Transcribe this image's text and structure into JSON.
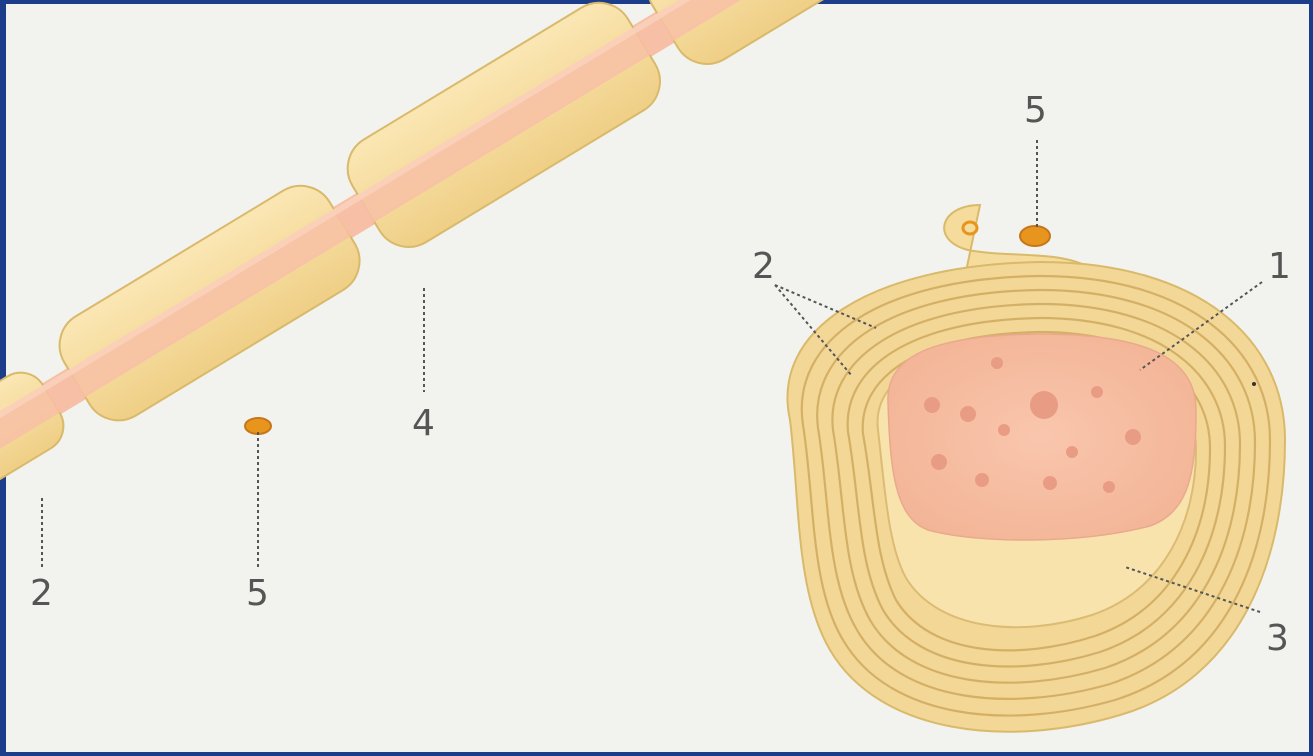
{
  "colors": {
    "frame": "#1c3d8a",
    "background": "#f2f2ee",
    "myelin": "#f6dc9c",
    "myelin_edge": "#d9b96a",
    "axon": "#f7c0a6",
    "node_dot": "#e8951e",
    "label": "#555555"
  },
  "labels": {
    "longitudinal_myelin": "2",
    "longitudinal_nucleus": "5",
    "node_of_ranvier": "4",
    "cross_nucleus": "5",
    "cross_myelin": "2",
    "axon": "1",
    "cytoplasm": "3"
  }
}
